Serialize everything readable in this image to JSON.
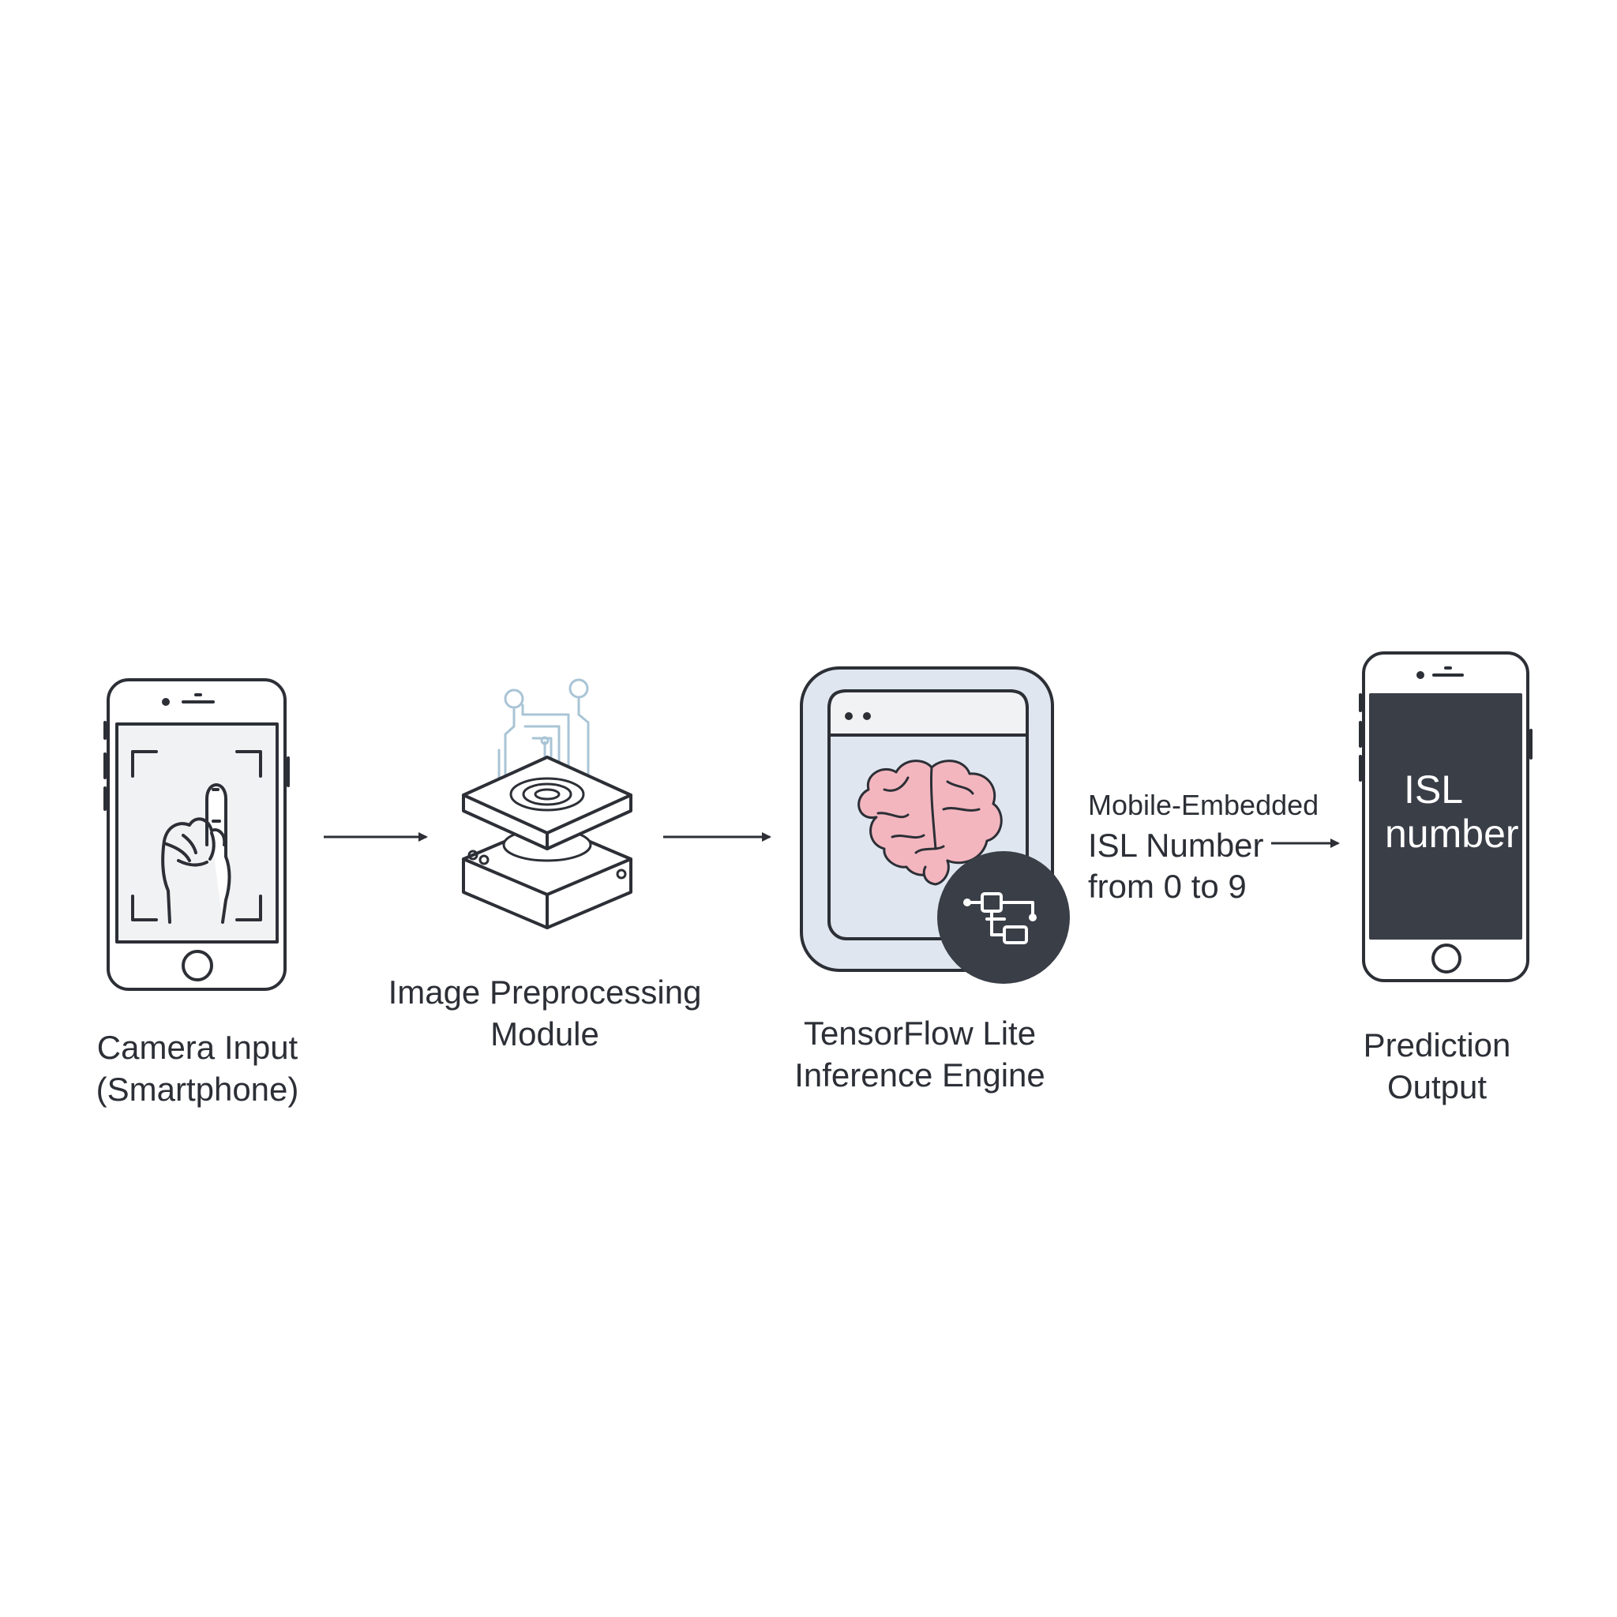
{
  "stages": {
    "camera": {
      "line1": "Camera Input",
      "line2": "(Smartphone)"
    },
    "preprocessing": {
      "line1": "Image Preprocessing",
      "line2": "Module"
    },
    "inference": {
      "line1": "TensorFlow Lite",
      "line2": "Inference Engine"
    },
    "output": {
      "line1": "Prediction",
      "line2": "Output"
    }
  },
  "arrow_label": {
    "line1": "Mobile-Embedded",
    "line2": "ISL Number",
    "line3": "from 0 to 9"
  },
  "output_screen": {
    "line1": "ISL",
    "line2": "number"
  },
  "icons": {
    "camera": "smartphone-hand-gesture-icon",
    "preprocessing": "processing-layers-icon",
    "inference": "brain-window-icon",
    "inference_badge": "flowchart-badge-icon",
    "output": "smartphone-display-icon",
    "arrow": "arrow-right-icon"
  },
  "colors": {
    "line": "#2c2f36",
    "screen_dark": "#3a3e47",
    "panel_blue": "#dfe6ef",
    "brain_pink": "#f3b6bf",
    "wire_blue": "#a9c4d6"
  }
}
